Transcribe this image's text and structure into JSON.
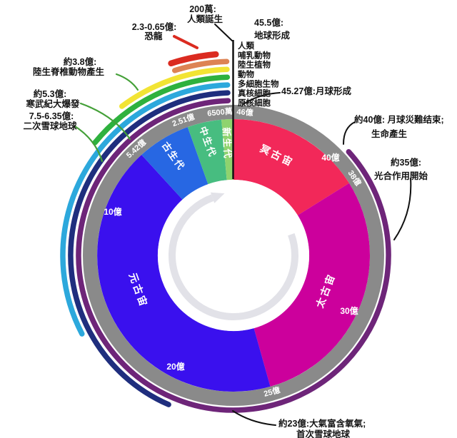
{
  "chart_data": {
    "type": "pie",
    "subtype": "circular-geologic-timeline-donut",
    "unit": "億年前 (hundred-million years ago)",
    "total_span_yi": 46,
    "direction": "clockwise-from-top",
    "legend_position": "none",
    "segments": [
      {
        "label": "冥古宙",
        "start": 46,
        "end": 38,
        "color": "#F22859"
      },
      {
        "label": "太古宙",
        "start": 38,
        "end": 25,
        "color": "#CC009C"
      },
      {
        "label": "元古宙",
        "start": 25,
        "end": 5.42,
        "color": "#3A10EE"
      },
      {
        "label": "古生代",
        "start": 5.42,
        "end": 2.51,
        "color": "#2767E3"
      },
      {
        "label": "中生代",
        "start": 2.51,
        "end": 0.65,
        "color": "#47BD80"
      },
      {
        "label": "新生代",
        "start": 0.65,
        "end": 0,
        "color": "#8FD36E"
      }
    ],
    "ring_tick_labels": [
      "46億",
      "38億",
      "25億",
      "5.42億",
      "2.51億",
      "6500萬"
    ],
    "inner_tick_labels": [
      "40億",
      "30億",
      "20億",
      "10億"
    ],
    "lifespan_arcs": [
      {
        "label": "原核細胞",
        "start": 40,
        "end": 0,
        "color": "#6E2579"
      },
      {
        "label": "真核細胞",
        "start": 20,
        "end": 0,
        "color": "#1F2E7E"
      },
      {
        "label": "多細胞生物",
        "start": 15,
        "end": 0,
        "color": "#2CA8DC"
      },
      {
        "label": "動物",
        "start": 6.5,
        "end": 0,
        "color": "#2EB13E"
      },
      {
        "label": "陸生植物",
        "start": 4.7,
        "end": 0,
        "color": "#F2E434"
      },
      {
        "label": "哺乳動物",
        "start": 2.25,
        "end": 0,
        "color": "#DD8354"
      },
      {
        "label": "恐龍",
        "start": 2.3,
        "end": 0.65,
        "color": "#DB2B20"
      },
      {
        "label": "人類",
        "start": 0.02,
        "end": 0,
        "color": "#000000"
      }
    ],
    "events": [
      {
        "time": "45.5億",
        "event": "地球形成"
      },
      {
        "time": "45.27億",
        "event": "月球形成"
      },
      {
        "time": "約40億",
        "event": "月球災難结束; 生命產生"
      },
      {
        "time": "約35億",
        "event": "光合作用開始"
      },
      {
        "time": "約23億",
        "event": "大氣富含氧氣; 首次雪球地球"
      },
      {
        "time": "7.5-6.35億",
        "event": "二次雪球地球"
      },
      {
        "time": "約5.3億",
        "event": "寒武紀大爆發"
      },
      {
        "time": "約3.8億",
        "event": "陸生脊椎動物產生"
      },
      {
        "time": "2.3-0.65億",
        "event": "恐龍"
      },
      {
        "time": "200萬",
        "event": "人類誕生"
      }
    ],
    "colors": {
      "ring": "#8A8A8A",
      "background": "#FFFFFF",
      "center_arrow": "#E2E2E8"
    }
  },
  "eras": {
    "hadean": "冥古宙",
    "archean": "太古宙",
    "proterozoic": "元古宙",
    "paleozoic": "古生代",
    "mesozoic": "中生代",
    "cenozoic": "新生代"
  },
  "ring_labels": {
    "y46": "46億",
    "y38": "38億",
    "y25": "25億",
    "y542": "5.42億",
    "y251": "2.51億",
    "y65m": "6500萬"
  },
  "inner_labels": {
    "y40": "40億",
    "y30": "30億",
    "y20": "20億",
    "y10": "10億"
  },
  "taxa": [
    "人類",
    "哺乳動物",
    "陸生植物",
    "動物",
    "多細胞生物",
    "真核細胞",
    "原核細胞"
  ],
  "annotations": {
    "humans": {
      "l1": "200萬:",
      "l2": "人類誕生"
    },
    "dinosaurs": {
      "l1": "2.3-0.65億:",
      "l2": "恐龍"
    },
    "earth": {
      "l1": "45.5億:",
      "l2": "地球形成"
    },
    "moon": {
      "l1": "45.27億:月球形成"
    },
    "lunar_end": {
      "l1": "約40億: 月球災難结束;",
      "l2": "生命產生"
    },
    "photo": {
      "l1": "約35億:",
      "l2": "光合作用開始"
    },
    "oxygen": {
      "l1": "約23億:大氣富含氧氣;",
      "l2": "首次雪球地球"
    },
    "vertebrates": {
      "l1": "約3.8億:",
      "l2": "陸生脊椎動物產生"
    },
    "cambrian": {
      "l1": "約5.3億:",
      "l2": "寒武紀大爆發"
    },
    "snowball": {
      "l1": "7.5-6.35億:",
      "l2": "二次雪球地球"
    }
  }
}
